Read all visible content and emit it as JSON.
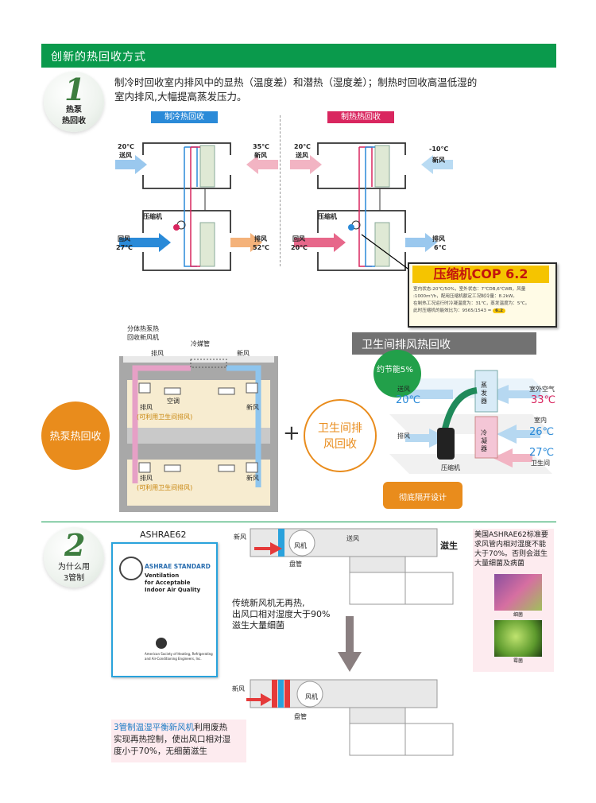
{
  "header": {
    "title": "创新的热回收方式"
  },
  "section1": {
    "number": "1",
    "tag_line1": "热泵",
    "tag_line2": "热回收",
    "desc_line1": "制冷时回收室内排风中的显热（温度差）和潜热（湿度差）；制热时回收高温低湿的",
    "desc_line2": "室内排风,大幅提高蒸发压力。",
    "cooling": {
      "title": "制冷热回收",
      "supply_temp": "20℃",
      "supply_label": "送风",
      "fresh_temp": "35℃",
      "fresh_label": "新风",
      "compressor": "压缩机",
      "return_label": "回风",
      "return_temp": "27℃",
      "exhaust_label": "排风",
      "exhaust_temp": "52℃"
    },
    "heating": {
      "title": "制热热回收",
      "supply_temp": "20℃",
      "supply_label": "送风",
      "fresh_temp": "-10℃",
      "fresh_label": "新风",
      "compressor": "压缩机",
      "return_label": "回风",
      "return_temp": "20℃",
      "exhaust_label": "排风",
      "exhaust_temp": "6℃"
    },
    "cop_box": {
      "title": "压缩机COP 6.2",
      "line1": "室内状态:20℃/50%，室外状态：7℃DB,6℃WB，风量",
      "line2": ":1000m³/h，配用压缩机额定工况制冷量：8.2kW。",
      "line3": "在制热工况运行时冷凝温度为：31℃，蒸发温度为：5℃。",
      "line4_prefix": "此时压缩机的能效比为：9565/1543 =",
      "line4_value": "6.2"
    },
    "building": {
      "unit_label_1": "分体热泵热",
      "unit_label_2": "回收新风机",
      "pipe_label": "冷媒管",
      "exhaust_top": "排风",
      "fresh_top": "新风",
      "ac_label": "空调",
      "floor1_exhaust": "排风",
      "floor1_note": "(可利用卫生间排风)",
      "floor1_fresh": "新风",
      "floor2_exhaust": "排风",
      "floor2_note": "(可利用卫生间排风)",
      "floor2_fresh": "新风"
    },
    "heat_pump_circle": "热泵热回收",
    "plus": "+",
    "bathroom_circle_1": "卫生间排",
    "bathroom_circle_2": "风回收",
    "bathroom_panel": {
      "title": "卫生间排风热回收",
      "saving": "约节能5%",
      "supply_label": "送风",
      "supply_temp": "20℃",
      "exhaust_label": "排风",
      "outdoor_label": "室外空气",
      "outdoor_temp": "33℃",
      "indoor_label": "室内",
      "indoor_temp": "26℃",
      "bath_temp": "27℃",
      "bath_label": "卫生间",
      "evaporator": "蒸发器",
      "condenser": "冷凝器",
      "compressor": "压缩机",
      "isolation": "彻底隔开设计"
    }
  },
  "section2": {
    "number": "2",
    "tag_line1": "为什么用",
    "tag_line2": "3管制",
    "ashrae_caption": "ASHRAE62",
    "ashrae_cover": {
      "standard": "ASHRAE STANDARD",
      "title1": "Ventilation",
      "title2": "for Acceptable",
      "title3": "Indoor Air Quality",
      "society1": "American Society of Heating, Refrigerating",
      "society2": "and Air-Conditioning Engineers, Inc."
    },
    "top_duct": {
      "fresh": "新风",
      "fan": "风机",
      "supply": "送风",
      "coil": "盘管",
      "breed": "滋生"
    },
    "traditional_note_1": "传统新风机无再热,",
    "traditional_note_2": "出风口相对湿度大于90%",
    "traditional_note_3": "滋生大量细菌",
    "right_note_1": "美国ASHRAE62标准要",
    "right_note_2": "求风管内相对湿度不能",
    "right_note_3": "大于70%。否则会滋生",
    "right_note_4": "大量细菌及病菌",
    "bacteria_label": "细菌",
    "mold_label": "霉菌",
    "bottom_duct": {
      "fresh": "新风",
      "fan": "风机",
      "coil": "盘管"
    },
    "bottom_note_highlight": "3管制温湿平衡新风机",
    "bottom_note_1": "利用废热",
    "bottom_note_2": "实现再热控制，使出风口相对湿",
    "bottom_note_3": "度小于70%，无细菌滋生"
  },
  "colors": {
    "brand_green": "#0a9a4c",
    "cool_blue": "#2a8ad8",
    "heat_red": "#d9265f",
    "orange": "#e98c1c",
    "gold": "#f5c400"
  }
}
